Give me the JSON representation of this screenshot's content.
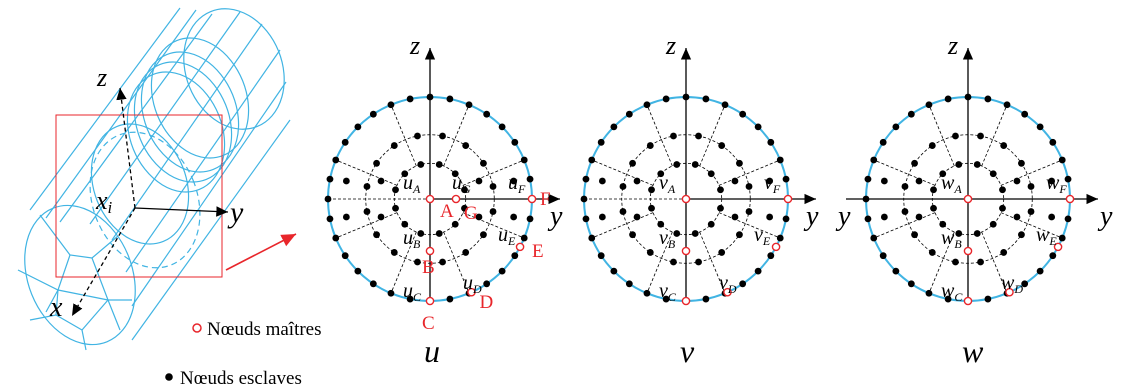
{
  "cylinder": {
    "labels": {
      "z": "z",
      "y": "y",
      "x": "x",
      "xi_base": "x",
      "xi_sub": "i"
    }
  },
  "sections": [
    {
      "id": "u",
      "axis_z": "z",
      "axis_y": "y",
      "caption": "u",
      "var": "u",
      "subs": [
        "A",
        "G",
        "F",
        "B",
        "E",
        "C",
        "D"
      ],
      "points": [
        "A",
        "G",
        "F",
        "B",
        "E",
        "D",
        "C"
      ]
    },
    {
      "id": "v",
      "axis_z": "z",
      "axis_y": "y",
      "caption": "v",
      "var": "v",
      "subs": [
        "A",
        "F",
        "B",
        "E",
        "C",
        "D"
      ]
    },
    {
      "id": "w",
      "axis_z": "z",
      "axis_y": "y",
      "caption": "w",
      "var": "w",
      "subs": [
        "A",
        "F",
        "B",
        "E",
        "C",
        "D"
      ]
    }
  ],
  "legend": {
    "master": "Nœuds maîtres",
    "slave": "Nœuds esclaves"
  },
  "colors": {
    "mesh": "#41b4e3",
    "highlight": "#e8262b",
    "node": "#000000"
  }
}
